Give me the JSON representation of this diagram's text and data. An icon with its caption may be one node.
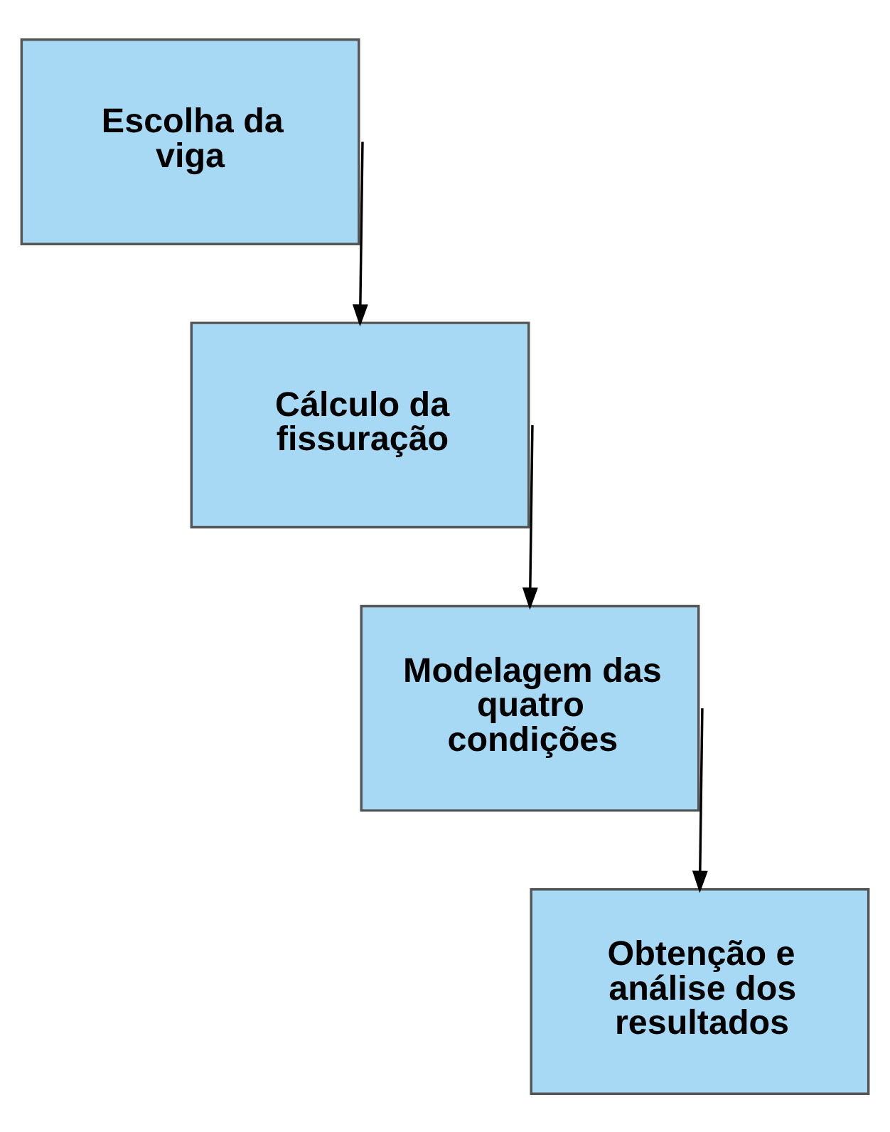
{
  "diagram": {
    "nodes": [
      {
        "text": [
          "Escolha da viga"
        ]
      },
      {
        "text": [
          "Cálculo da fissuração"
        ]
      },
      {
        "text": [
          "Modelagem das quatro condições"
        ]
      },
      {
        "text": [
          "Obtenção e análise dos resultados"
        ]
      }
    ],
    "edges": [
      {
        "from": 0,
        "to": 1,
        "arrow": "to"
      },
      {
        "from": 1,
        "to": 2,
        "arrow": "to"
      },
      {
        "from": 2,
        "to": 3,
        "arrow": "to"
      }
    ]
  }
}
